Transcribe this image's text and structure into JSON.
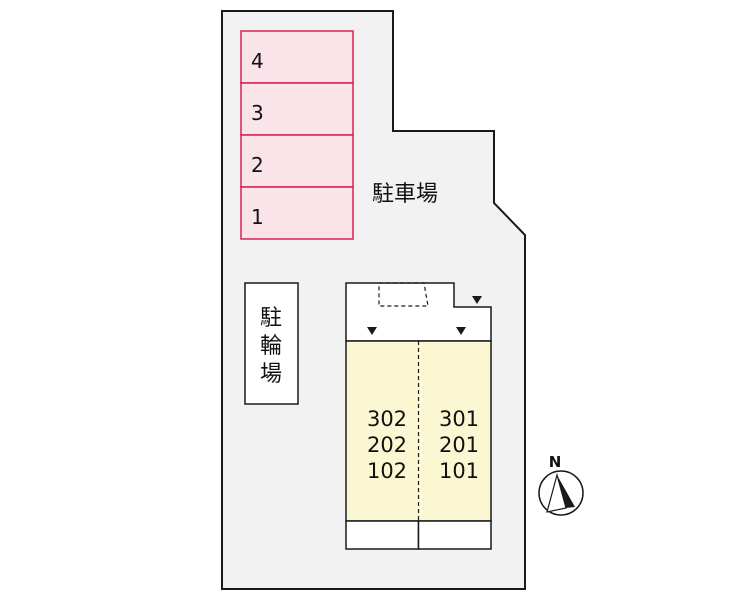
{
  "parking": {
    "label": "駐車場",
    "spaces": [
      "4",
      "3",
      "2",
      "1"
    ]
  },
  "bicycle_parking": {
    "label_chars": [
      "駐",
      "輪",
      "場"
    ]
  },
  "building": {
    "left_column": {
      "units": [
        "302",
        "202",
        "102"
      ]
    },
    "right_column": {
      "units": [
        "301",
        "201",
        "101"
      ]
    }
  },
  "compass": {
    "label": "N"
  },
  "colors": {
    "lot_fill": "#f2f2f2",
    "parking_space_fill": "#fbe3ea",
    "parking_space_border": "#d8234f",
    "building_fill": "#fbf7d2",
    "outline": "#1a1a1a"
  }
}
